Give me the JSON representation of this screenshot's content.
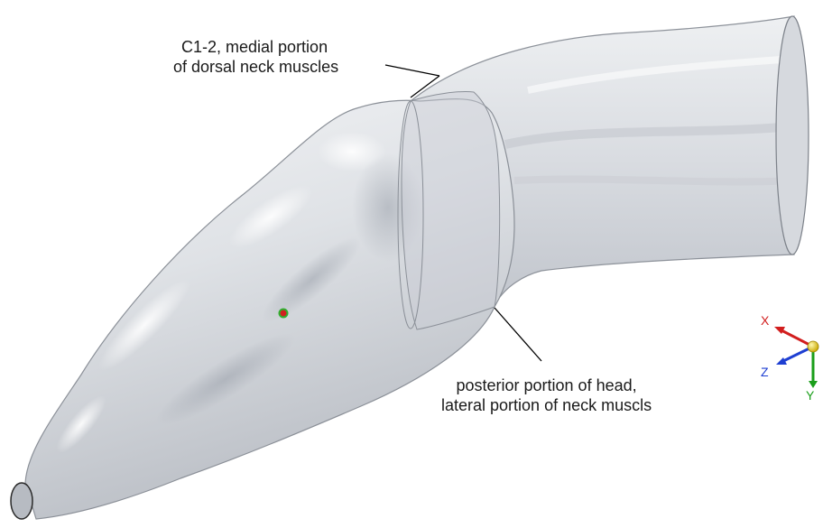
{
  "callouts": {
    "top": {
      "line1": "C1-2, medial portion",
      "line2": "of dorsal neck muscles"
    },
    "bottom": {
      "line1": "posterior portion of head,",
      "line2": "lateral portion of neck muscls"
    }
  },
  "triad": {
    "x_label": "X",
    "y_label": "Y",
    "z_label": "Z",
    "x_color": "#d21e1e",
    "y_color": "#1a9e1a",
    "z_color": "#1e3fd2",
    "origin_color": "#f0d000"
  },
  "model": {
    "surface_color": "#e3e6ea",
    "shadow_color": "#b6bac2",
    "section_color": "#9ea4ae",
    "marker_fill": "#d22020",
    "marker_ring": "#2fb02f"
  }
}
